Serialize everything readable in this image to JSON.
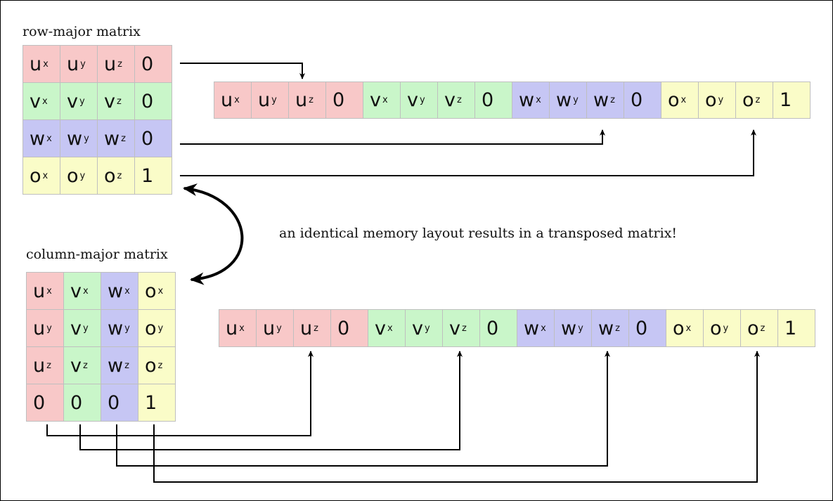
{
  "labels": {
    "row_major": "row-major matrix",
    "column_major": "column-major matrix",
    "caption": "an identical memory layout results in a transposed matrix!"
  },
  "colors": {
    "u": "#f8c8c8",
    "v": "#c9f6c9",
    "w": "#c6c6f4",
    "o": "#fafcc8"
  },
  "row_major": [
    [
      {
        "b": "u",
        "s": "x",
        "c": "red"
      },
      {
        "b": "u",
        "s": "y",
        "c": "red"
      },
      {
        "b": "u",
        "s": "z",
        "c": "red"
      },
      {
        "b": "0",
        "s": "",
        "c": "red"
      }
    ],
    [
      {
        "b": "v",
        "s": "x",
        "c": "green"
      },
      {
        "b": "v",
        "s": "y",
        "c": "green"
      },
      {
        "b": "v",
        "s": "z",
        "c": "green"
      },
      {
        "b": "0",
        "s": "",
        "c": "green"
      }
    ],
    [
      {
        "b": "w",
        "s": "x",
        "c": "blue"
      },
      {
        "b": "w",
        "s": "y",
        "c": "blue"
      },
      {
        "b": "w",
        "s": "z",
        "c": "blue"
      },
      {
        "b": "0",
        "s": "",
        "c": "blue"
      }
    ],
    [
      {
        "b": "o",
        "s": "x",
        "c": "yellow"
      },
      {
        "b": "o",
        "s": "y",
        "c": "yellow"
      },
      {
        "b": "o",
        "s": "z",
        "c": "yellow"
      },
      {
        "b": "1",
        "s": "",
        "c": "yellow"
      }
    ]
  ],
  "column_major": [
    [
      {
        "b": "u",
        "s": "x",
        "c": "red"
      },
      {
        "b": "v",
        "s": "x",
        "c": "green"
      },
      {
        "b": "w",
        "s": "x",
        "c": "blue"
      },
      {
        "b": "o",
        "s": "x",
        "c": "yellow"
      }
    ],
    [
      {
        "b": "u",
        "s": "y",
        "c": "red"
      },
      {
        "b": "v",
        "s": "y",
        "c": "green"
      },
      {
        "b": "w",
        "s": "y",
        "c": "blue"
      },
      {
        "b": "o",
        "s": "y",
        "c": "yellow"
      }
    ],
    [
      {
        "b": "u",
        "s": "z",
        "c": "red"
      },
      {
        "b": "v",
        "s": "z",
        "c": "green"
      },
      {
        "b": "w",
        "s": "z",
        "c": "blue"
      },
      {
        "b": "o",
        "s": "z",
        "c": "yellow"
      }
    ],
    [
      {
        "b": "0",
        "s": "",
        "c": "red"
      },
      {
        "b": "0",
        "s": "",
        "c": "green"
      },
      {
        "b": "0",
        "s": "",
        "c": "blue"
      },
      {
        "b": "1",
        "s": "",
        "c": "yellow"
      }
    ]
  ],
  "memory_top": [
    {
      "b": "u",
      "s": "x",
      "c": "red"
    },
    {
      "b": "u",
      "s": "y",
      "c": "red"
    },
    {
      "b": "u",
      "s": "z",
      "c": "red"
    },
    {
      "b": "0",
      "s": "",
      "c": "red"
    },
    {
      "b": "v",
      "s": "x",
      "c": "green"
    },
    {
      "b": "v",
      "s": "y",
      "c": "green"
    },
    {
      "b": "v",
      "s": "z",
      "c": "green"
    },
    {
      "b": "0",
      "s": "",
      "c": "green"
    },
    {
      "b": "w",
      "s": "x",
      "c": "blue"
    },
    {
      "b": "w",
      "s": "y",
      "c": "blue"
    },
    {
      "b": "w",
      "s": "z",
      "c": "blue"
    },
    {
      "b": "0",
      "s": "",
      "c": "blue"
    },
    {
      "b": "o",
      "s": "x",
      "c": "yellow"
    },
    {
      "b": "o",
      "s": "y",
      "c": "yellow"
    },
    {
      "b": "o",
      "s": "z",
      "c": "yellow"
    },
    {
      "b": "1",
      "s": "",
      "c": "yellow"
    }
  ],
  "memory_bottom": [
    {
      "b": "u",
      "s": "x",
      "c": "red"
    },
    {
      "b": "u",
      "s": "y",
      "c": "red"
    },
    {
      "b": "u",
      "s": "z",
      "c": "red"
    },
    {
      "b": "0",
      "s": "",
      "c": "red"
    },
    {
      "b": "v",
      "s": "x",
      "c": "green"
    },
    {
      "b": "v",
      "s": "y",
      "c": "green"
    },
    {
      "b": "v",
      "s": "z",
      "c": "green"
    },
    {
      "b": "0",
      "s": "",
      "c": "green"
    },
    {
      "b": "w",
      "s": "x",
      "c": "blue"
    },
    {
      "b": "w",
      "s": "y",
      "c": "blue"
    },
    {
      "b": "w",
      "s": "z",
      "c": "blue"
    },
    {
      "b": "0",
      "s": "",
      "c": "blue"
    },
    {
      "b": "o",
      "s": "x",
      "c": "yellow"
    },
    {
      "b": "o",
      "s": "y",
      "c": "yellow"
    },
    {
      "b": "o",
      "s": "z",
      "c": "yellow"
    },
    {
      "b": "1",
      "s": "",
      "c": "yellow"
    }
  ]
}
